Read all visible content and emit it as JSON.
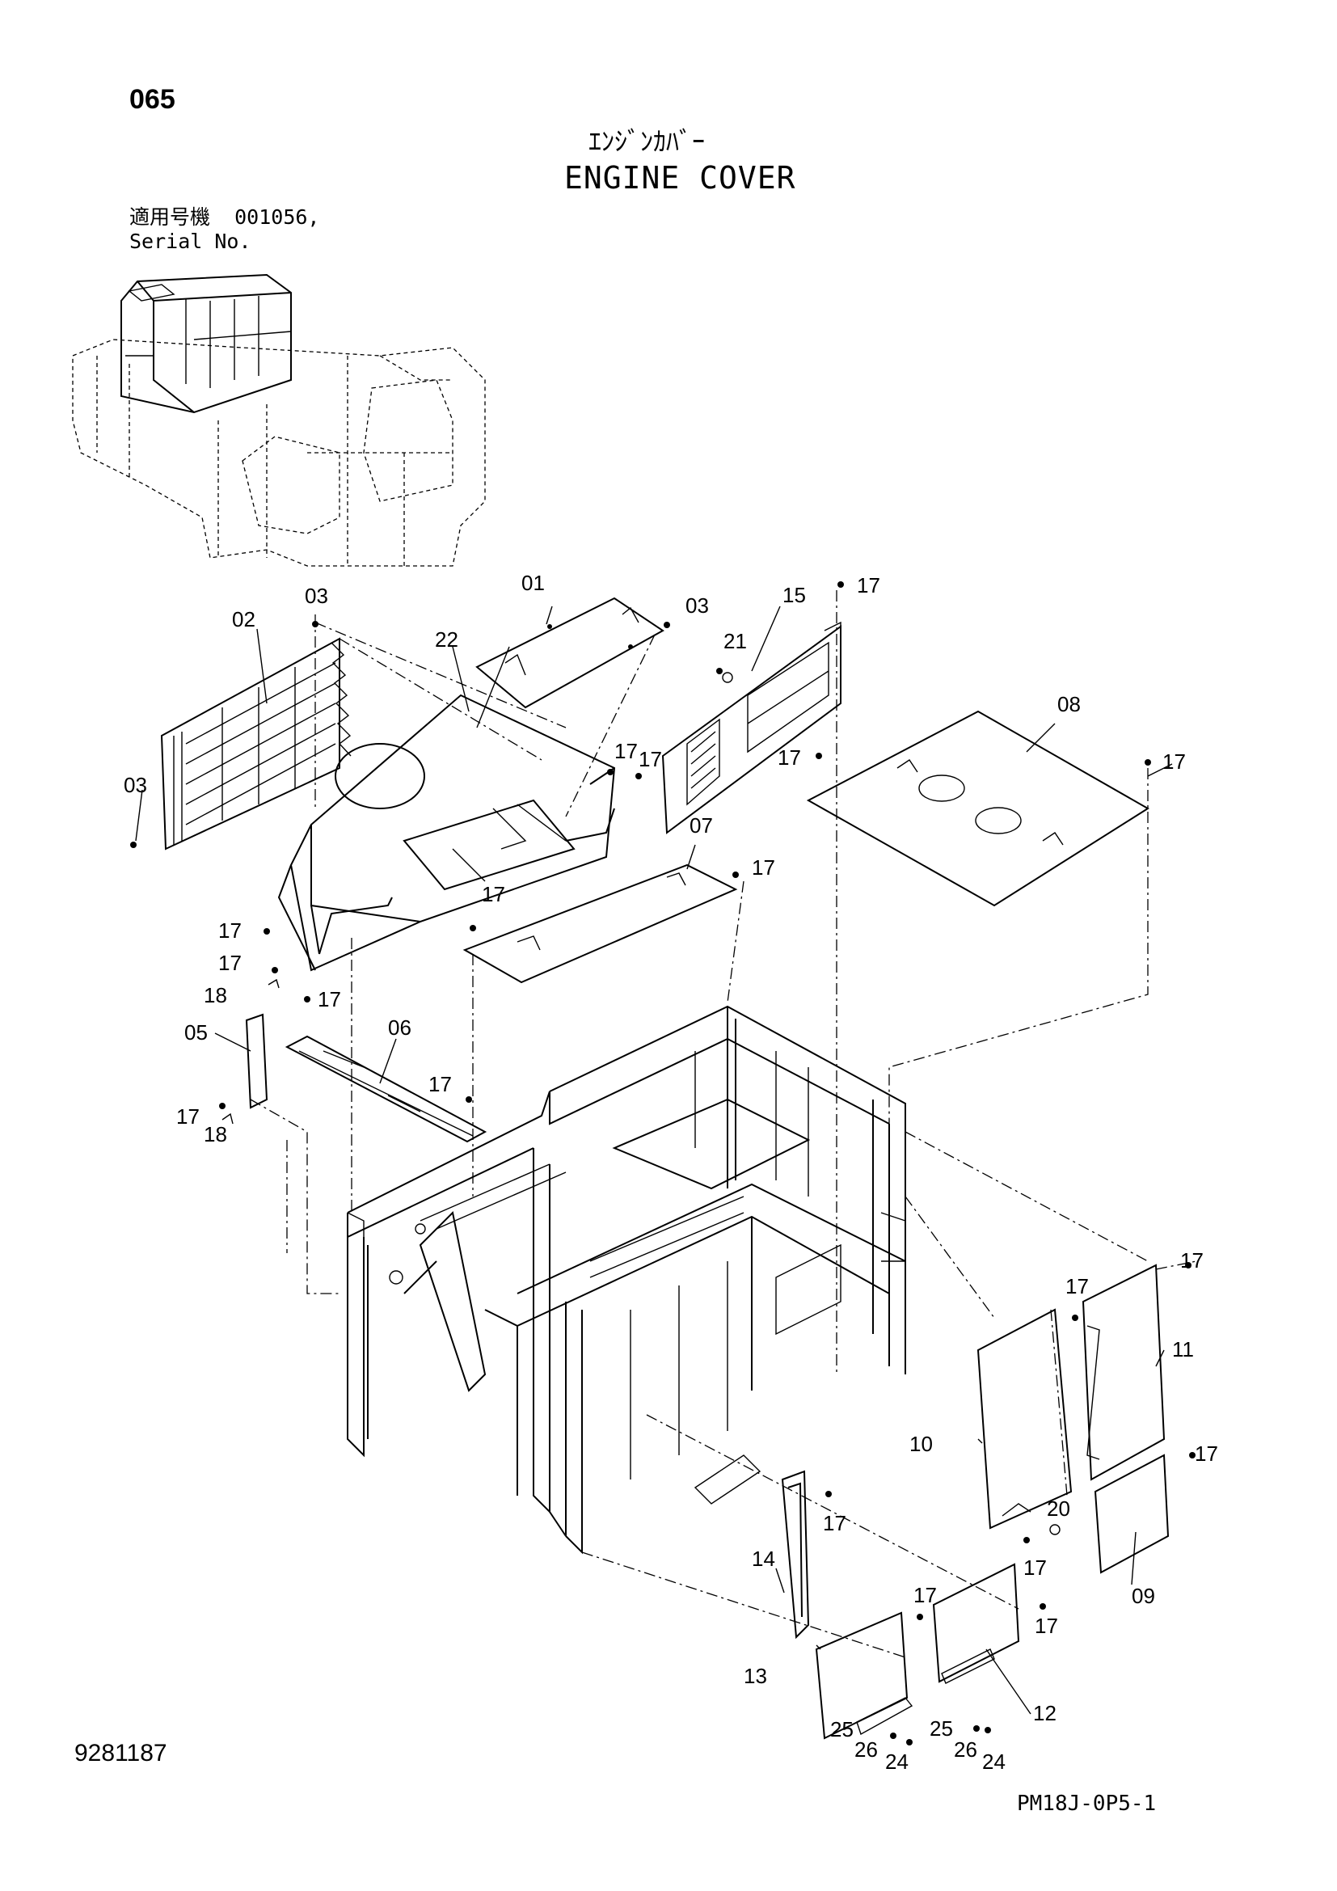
{
  "page_number": "065",
  "title_ja": "ｴﾝｼﾞﾝｶﾊﾞｰ",
  "title_en": "ENGINE COVER",
  "serial": {
    "label_ja": "適用号機",
    "value": "001056,",
    "label_en": "Serial No."
  },
  "doc_number": "9281187",
  "sheet_id": "PM18J-0P5-1",
  "callouts": [
    "01",
    "02",
    "03",
    "03",
    "03",
    "05",
    "06",
    "07",
    "08",
    "09",
    "10",
    "11",
    "12",
    "13",
    "14",
    "15",
    "17",
    "17",
    "17",
    "17",
    "17",
    "17",
    "17",
    "17",
    "17",
    "17",
    "17",
    "17",
    "17",
    "17",
    "17",
    "17",
    "17",
    "17",
    "17",
    "18",
    "18",
    "20",
    "21",
    "22",
    "24",
    "24",
    "25",
    "25",
    "26",
    "26"
  ]
}
